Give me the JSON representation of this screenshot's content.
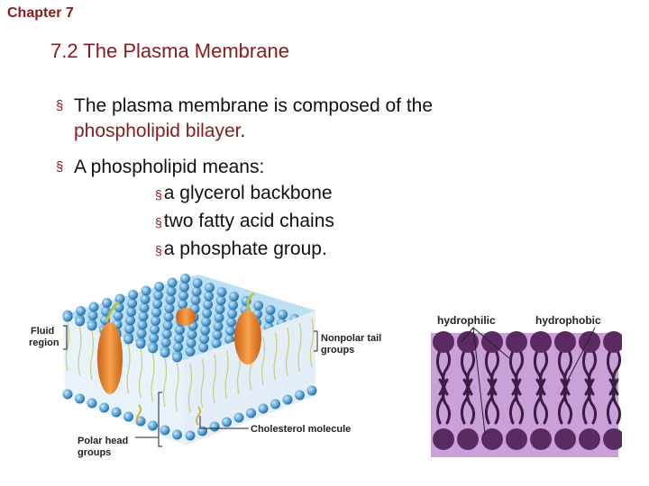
{
  "header": {
    "chapter": "Chapter 7"
  },
  "slide": {
    "title": "7.2 The Plasma Membrane",
    "bullet1_text": "The plasma membrane is composed of the",
    "bullet1_term": "phospholipid bilayer",
    "bullet1_end": ".",
    "bullet2_text": "A phospholipid means:",
    "sub_items": [
      "a glycerol backbone",
      "two fatty acid chains",
      "a phosphate group."
    ]
  },
  "figure_left": {
    "fluid_region": [
      "Fluid",
      "region"
    ],
    "nonpolar": [
      "Nonpolar tail",
      "groups"
    ],
    "polar": [
      "Polar head",
      "groups"
    ],
    "cholesterol": "Cholesterol molecule"
  },
  "figure_right": {
    "hydrophilic": "hydrophilic",
    "hydrophobic": "hydrophobic"
  },
  "colors": {
    "accent": "#8b1a1a",
    "head_blue": "#4f9fd6",
    "protein_orange": "#e8832a",
    "bilayer_purple": "#5b2a63",
    "bg_lavender": "#c9a0d8"
  }
}
